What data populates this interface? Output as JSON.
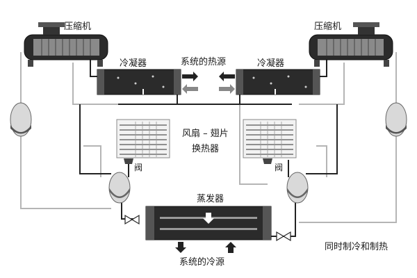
{
  "labels": {
    "compressor_left": "压缩机",
    "compressor_right": "压缩机",
    "condenser_left": "冷凝器",
    "condenser_right": "冷凝器",
    "heat_source": "系统的热源",
    "fan_coil_line1": "风扇 – 翅片",
    "fan_coil_line2": "换热器",
    "valve_left": "阀",
    "valve_right": "阀",
    "evaporator": "蒸发器",
    "cold_source": "系统的冷源",
    "caption": "同时制冷和制热"
  },
  "icons": [
    "compressor-icon",
    "condenser-icon",
    "fan-coil-icon",
    "valve-icon",
    "receiver-tank-icon",
    "evaporator-icon",
    "flow-arrow-icon"
  ]
}
